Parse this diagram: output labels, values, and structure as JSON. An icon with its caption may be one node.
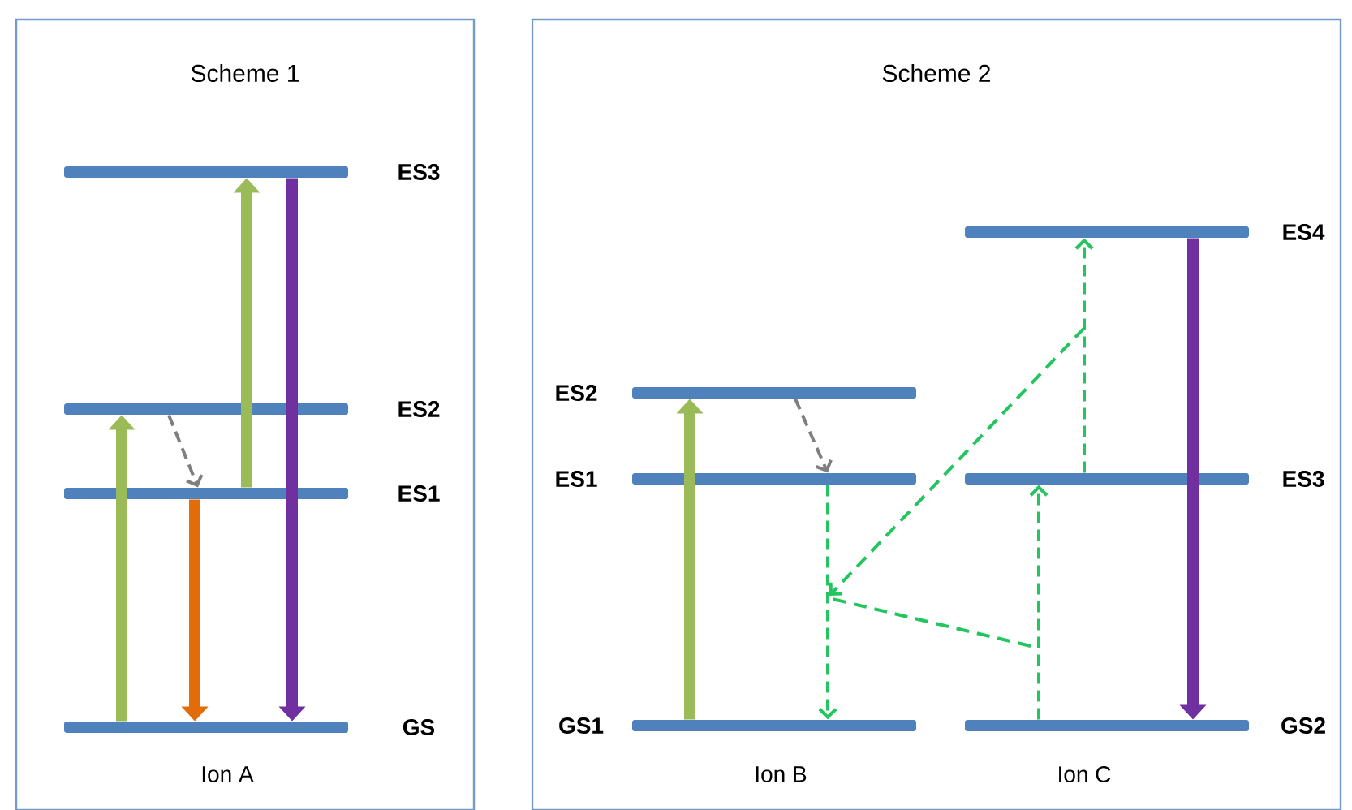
{
  "diagram": {
    "nodes": [
      {
        "text": [
          "Scheme 1"
        ]
      },
      {
        "text": [],
        "shape": "bar",
        "beside": [
          "ES3"
        ],
        "in": 0
      },
      {
        "text": [],
        "shape": "bar",
        "beside": [
          "ES2"
        ],
        "in": 0
      },
      {
        "text": [],
        "shape": "bar",
        "beside": [
          "ES1"
        ],
        "in": 0
      },
      {
        "text": [],
        "shape": "bar",
        "beside": [
          "GS"
        ],
        "in": 0
      },
      {
        "text": [
          "Scheme 2"
        ]
      },
      {
        "text": [],
        "shape": "bar",
        "beside": [
          "ES2"
        ],
        "in": 5
      },
      {
        "text": [],
        "shape": "bar",
        "beside": [
          "ES1"
        ],
        "in": 5
      },
      {
        "text": [],
        "shape": "bar",
        "beside": [
          "GS1"
        ],
        "in": 5
      },
      {
        "text": [],
        "shape": "bar",
        "beside": [
          "ES4"
        ],
        "in": 5
      },
      {
        "text": [],
        "shape": "bar",
        "beside": [
          "ES3"
        ],
        "in": 5
      },
      {
        "text": [],
        "shape": "bar",
        "beside": [
          "GS2"
        ],
        "in": 5
      }
    ],
    "edges": [
      {
        "from": 4,
        "to": 2,
        "arrow": "to",
        "color": "#9bbb59"
      },
      {
        "from": 2,
        "to": 3,
        "arrow": "to",
        "style": "dashed",
        "color": "#7f7f7f"
      },
      {
        "from": 3,
        "to": 4,
        "arrow": "to",
        "color": "#e36c09"
      },
      {
        "from": 3,
        "to": 1,
        "arrow": "to",
        "color": "#9bbb59"
      },
      {
        "from": 1,
        "to": 4,
        "arrow": "to",
        "color": "#7030a0"
      },
      {
        "from": 8,
        "to": 6,
        "arrow": "to",
        "color": "#9bbb59"
      },
      {
        "from": 6,
        "to": 7,
        "arrow": "to",
        "style": "dashed",
        "color": "#7f7f7f"
      },
      {
        "from": 7,
        "to": 8,
        "arrow": "to",
        "style": "dashed",
        "color": "#22c55e"
      },
      {
        "from": 11,
        "to": 10,
        "arrow": "to",
        "style": "dashed",
        "color": "#22c55e"
      },
      {
        "from": 10,
        "to": 9,
        "arrow": "to",
        "style": "dashed",
        "color": "#22c55e"
      },
      {
        "from": 9,
        "to": 11,
        "arrow": "to",
        "color": "#7030a0"
      }
    ],
    "labels": [
      "Ion A",
      "Ion B",
      "Ion C"
    ]
  }
}
